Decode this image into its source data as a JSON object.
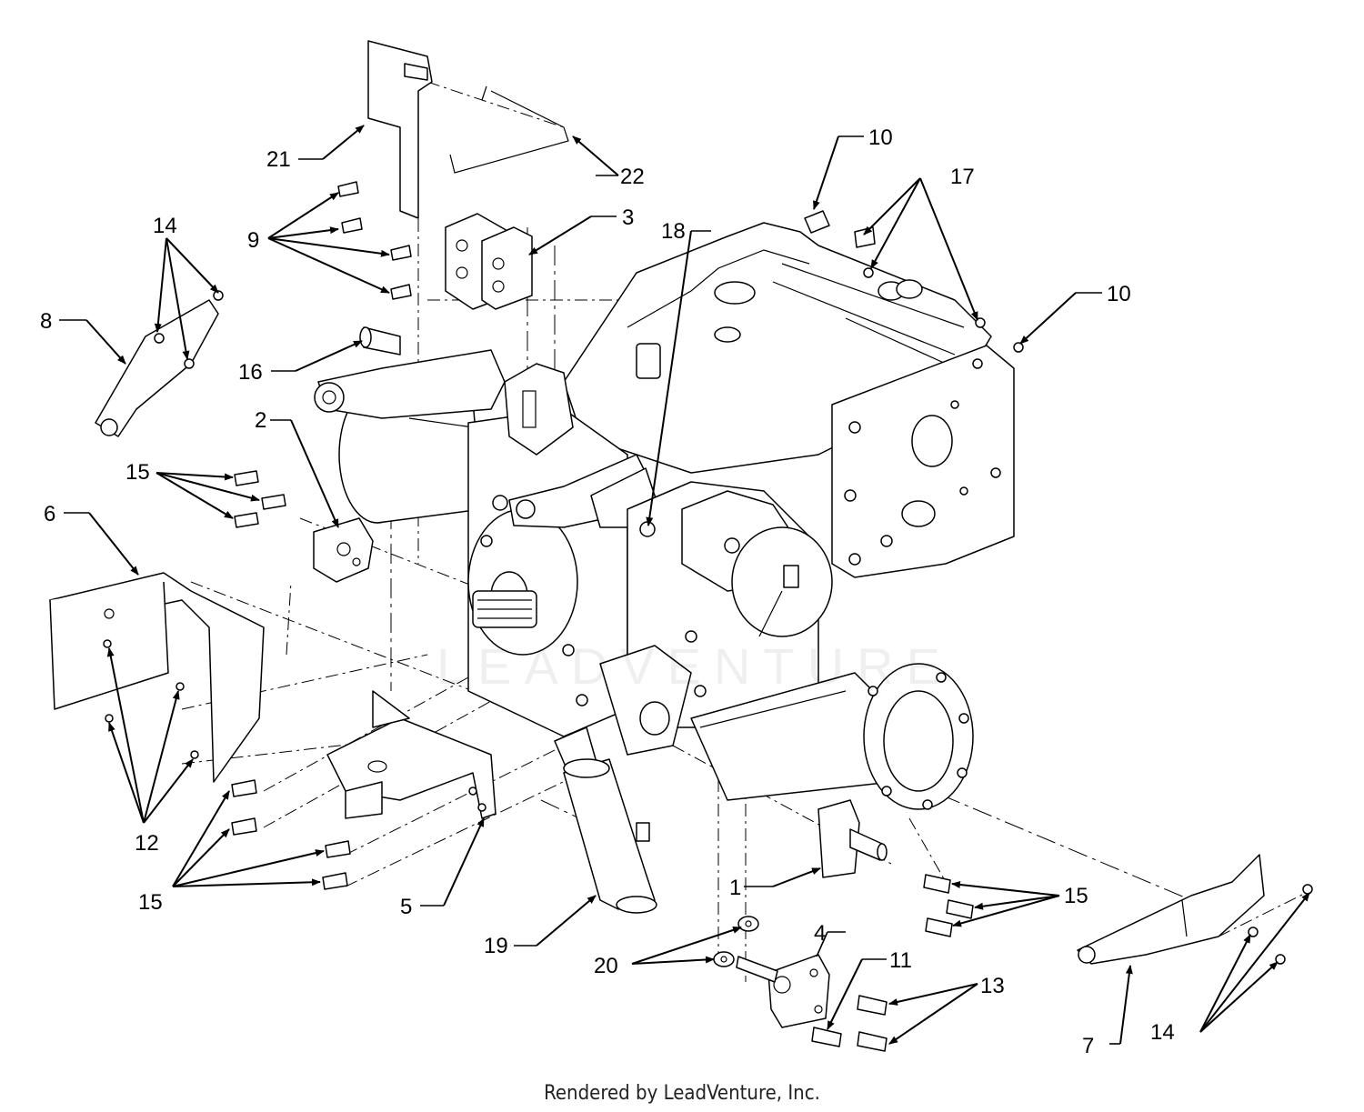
{
  "footer": "Rendered by LeadVenture, Inc.",
  "watermark": "LEADVENTURE",
  "callouts": [
    {
      "id": "c21",
      "label": "21"
    },
    {
      "id": "c22",
      "label": "22"
    },
    {
      "id": "c9",
      "label": "9"
    },
    {
      "id": "c3",
      "label": "3"
    },
    {
      "id": "c14a",
      "label": "14"
    },
    {
      "id": "c8",
      "label": "8"
    },
    {
      "id": "c16",
      "label": "16"
    },
    {
      "id": "c18",
      "label": "18"
    },
    {
      "id": "c10a",
      "label": "10"
    },
    {
      "id": "c17",
      "label": "17"
    },
    {
      "id": "c10b",
      "label": "10"
    },
    {
      "id": "c2",
      "label": "2"
    },
    {
      "id": "c15a",
      "label": "15"
    },
    {
      "id": "c6",
      "label": "6"
    },
    {
      "id": "c12",
      "label": "12"
    },
    {
      "id": "c15b",
      "label": "15"
    },
    {
      "id": "c5",
      "label": "5"
    },
    {
      "id": "c19",
      "label": "19"
    },
    {
      "id": "c20",
      "label": "20"
    },
    {
      "id": "c1",
      "label": "1"
    },
    {
      "id": "c4",
      "label": "4"
    },
    {
      "id": "c11",
      "label": "11"
    },
    {
      "id": "c13",
      "label": "13"
    },
    {
      "id": "c15c",
      "label": "15"
    },
    {
      "id": "c7",
      "label": "7"
    },
    {
      "id": "c14b",
      "label": "14"
    }
  ]
}
